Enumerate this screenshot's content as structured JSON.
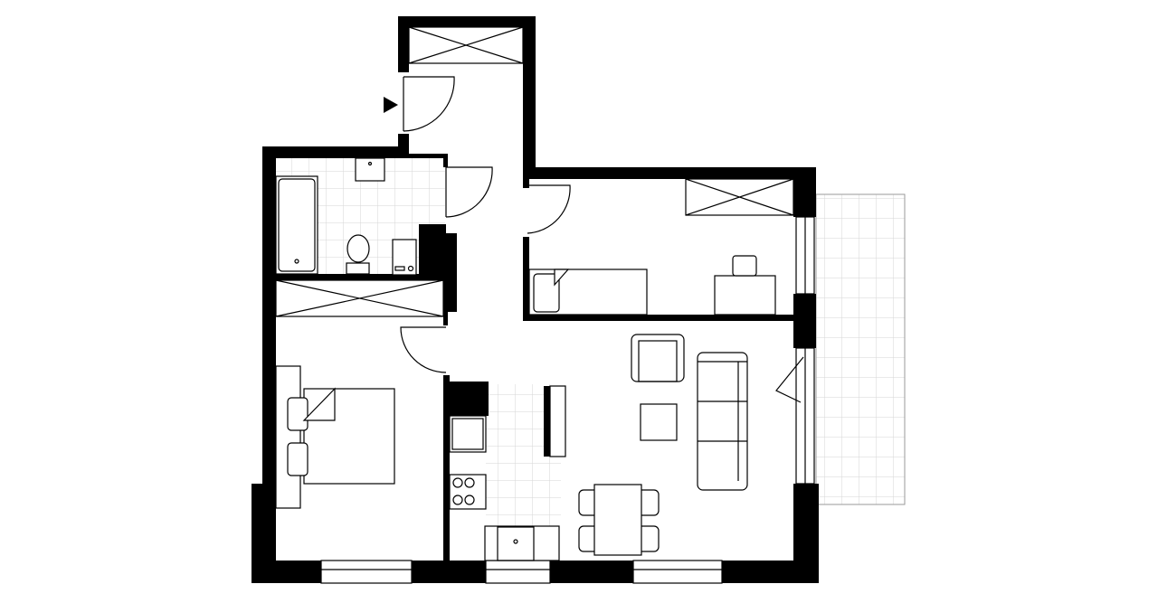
{
  "plan": {
    "colors": {
      "wall": "#000000",
      "background": "#ffffff",
      "tile_grid": "#d6d6d6",
      "furniture_stroke": "#000000"
    },
    "rooms": [
      "entrance-vestibule",
      "hallway",
      "bathroom",
      "closet",
      "bedroom",
      "study-bedroom",
      "kitchen",
      "living-room",
      "balcony"
    ],
    "entrance_marker_icon": "triangle-right"
  }
}
